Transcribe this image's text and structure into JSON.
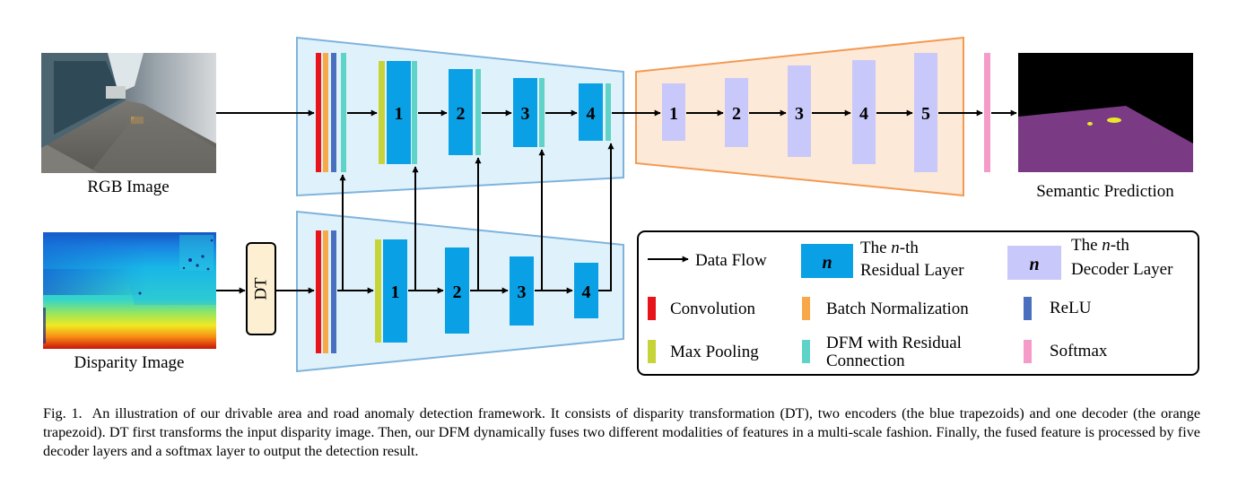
{
  "labels": {
    "rgb_image": "RGB Image",
    "disparity_image": "Disparity Image",
    "semantic_prediction": "Semantic Prediction",
    "dt": "DT"
  },
  "rgb_encoder_layers": [
    "1",
    "2",
    "3",
    "4"
  ],
  "disparity_encoder_layers": [
    "1",
    "2",
    "3",
    "4"
  ],
  "decoder_layers": [
    "1",
    "2",
    "3",
    "4",
    "5"
  ],
  "legend": {
    "data_flow": "Data Flow",
    "residual_n": "n",
    "residual_line1_pre": "The ",
    "residual_line1_var": "n",
    "residual_line1_post": "-th",
    "residual_line2": "Residual Layer",
    "decoder_n": "n",
    "decoder_line1_pre": "The ",
    "decoder_line1_var": "n",
    "decoder_line1_post": "-th",
    "decoder_line2": "Decoder Layer",
    "convolution": "Convolution",
    "batch_normalization": "Batch Normalization",
    "relu": "ReLU",
    "max_pooling": "Max Pooling",
    "dfm_line1": "DFM with Residual",
    "dfm_line2": "Connection",
    "softmax": "Softmax"
  },
  "caption": {
    "label": "Fig. 1.",
    "text": "An illustration of our drivable area and road anomaly detection framework. It consists of disparity transformation (DT), two encoders (the blue trapezoids) and one decoder (the orange trapezoid). DT first transforms the input disparity image. Then, our DFM dynamically fuses two different modalities of features in a multi-scale fashion. Finally, the fused feature is processed by five decoder layers and a softmax layer to output the detection result."
  },
  "colors": {
    "convolution": "#e8141c",
    "batch_normalization": "#f7a94a",
    "relu": "#4a6fbf",
    "max_pooling": "#c6d43a",
    "dfm": "#5fd3c7",
    "softmax": "#f59bc8",
    "residual_layer": "#0aa0e6",
    "decoder_layer": "#c9c8fa",
    "encoder_fill": "#dff2fb",
    "encoder_border": "#7fb3dd",
    "decoder_fill": "#fde9d8",
    "decoder_border": "#f39a52",
    "dt_fill": "#fdf0d2",
    "road": "#7a3a84",
    "anomaly": "#e8e82a"
  }
}
